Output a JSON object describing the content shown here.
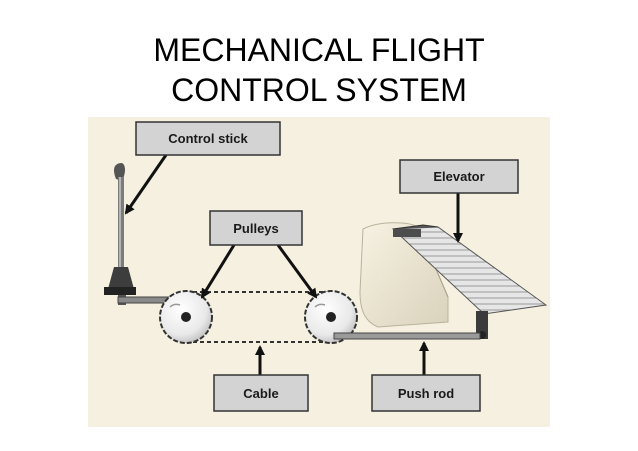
{
  "slide": {
    "title_line1": "MECHANICAL FLIGHT",
    "title_line2": "CONTROL SYSTEM"
  },
  "diagram": {
    "labels": {
      "control_stick": "Control stick",
      "pulleys": "Pulleys",
      "elevator": "Elevator",
      "cable": "Cable",
      "push_rod": "Push rod"
    },
    "colors": {
      "background": "#f5f0df",
      "label_fill": "#d3d3d3",
      "label_border": "#333333",
      "arrow": "#111111"
    }
  }
}
